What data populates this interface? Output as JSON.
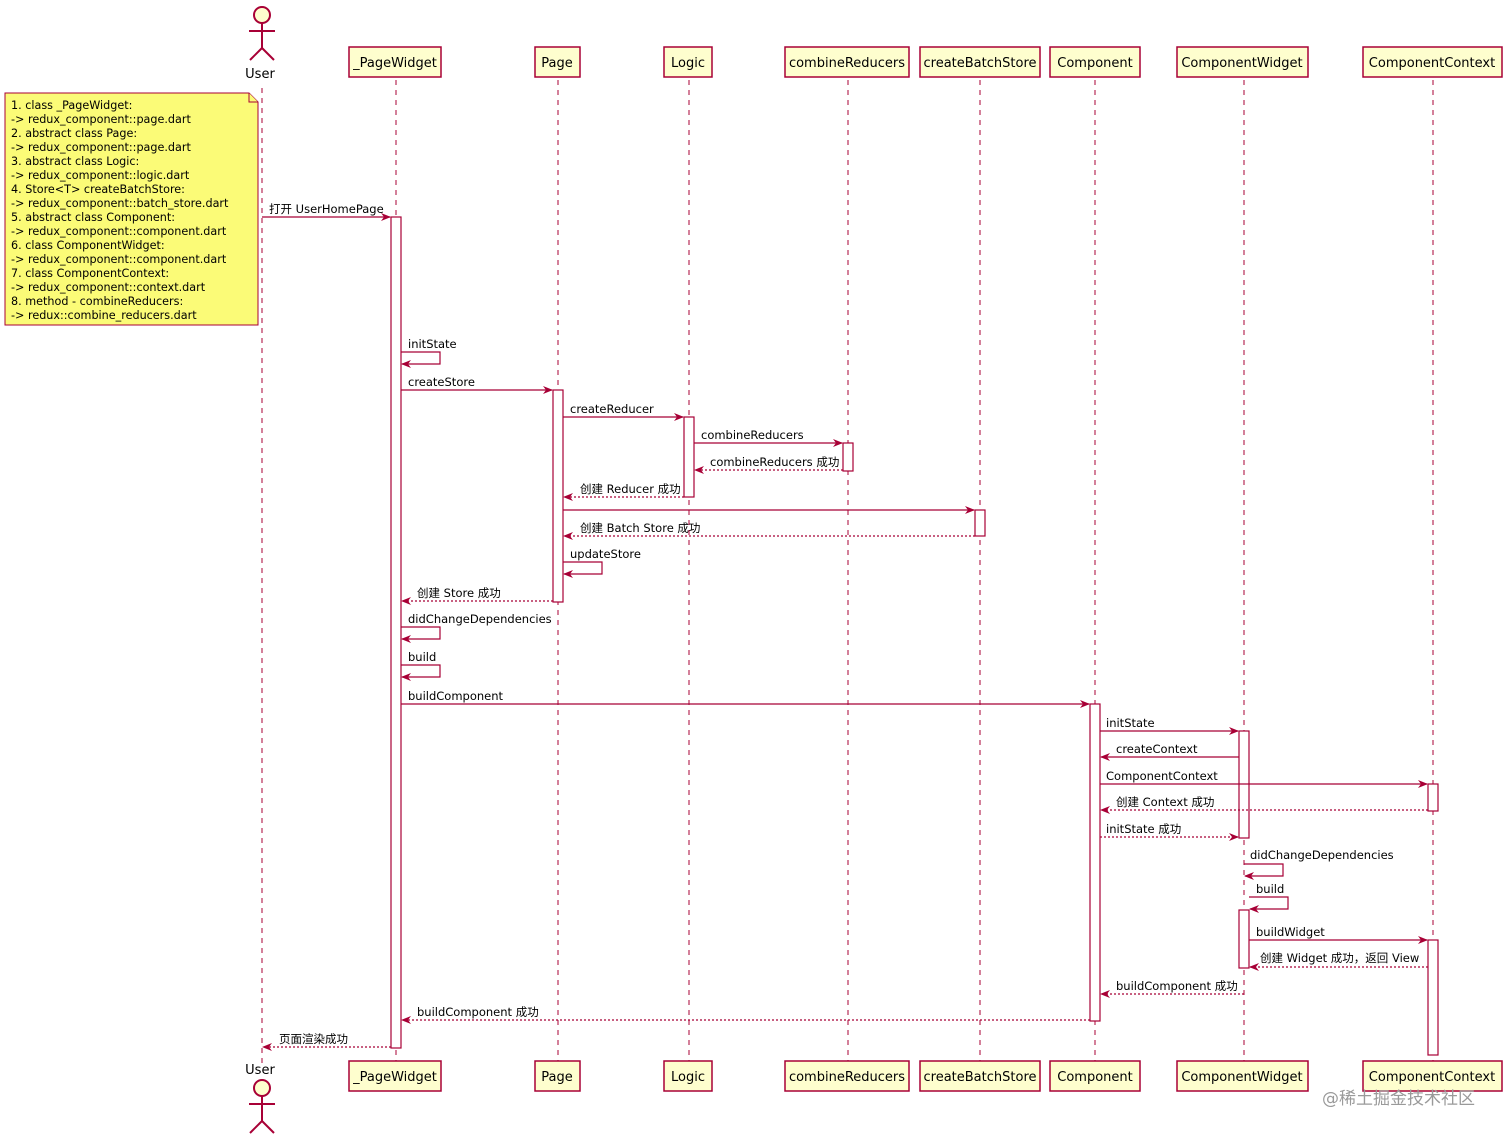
{
  "colors": {
    "box_fill": "#FEFECE",
    "border": "#A80036",
    "note_fill": "#FBFB77"
  },
  "actor": {
    "name": "User",
    "icon": "stick-figure-icon"
  },
  "participants": [
    {
      "id": "page_widget",
      "label": "_PageWidget"
    },
    {
      "id": "page",
      "label": "Page"
    },
    {
      "id": "logic",
      "label": "Logic"
    },
    {
      "id": "combine_reducers",
      "label": "combineReducers"
    },
    {
      "id": "create_batch_store",
      "label": "createBatchStore"
    },
    {
      "id": "component",
      "label": "Component"
    },
    {
      "id": "component_widget",
      "label": "ComponentWidget"
    },
    {
      "id": "component_context",
      "label": "ComponentContext"
    }
  ],
  "note": {
    "lines": [
      "1. class _PageWidget:",
      "  -> redux_component::page.dart",
      "2. abstract class Page:",
      "  -> redux_component::page.dart",
      "3. abstract class Logic:",
      "  -> redux_component::logic.dart",
      "4. Store<T> createBatchStore:",
      "  -> redux_component::batch_store.dart",
      "5. abstract class Component:",
      "  -> redux_component::component.dart",
      "6. class ComponentWidget:",
      "  -> redux_component::component.dart",
      "7. class ComponentContext:",
      "  -> redux_component::context.dart",
      "8. method - combineReducers:",
      "  -> redux::combine_reducers.dart"
    ]
  },
  "messages": [
    {
      "label": "打开 UserHomePage",
      "kind": "sync"
    },
    {
      "label": "initState",
      "kind": "self"
    },
    {
      "label": "createStore",
      "kind": "sync"
    },
    {
      "label": "createReducer",
      "kind": "sync"
    },
    {
      "label": "combineReducers",
      "kind": "sync"
    },
    {
      "label": "combineReducers 成功",
      "kind": "return"
    },
    {
      "label": "创建 Reducer 成功",
      "kind": "return"
    },
    {
      "label": "",
      "kind": "sync"
    },
    {
      "label": "创建 Batch Store 成功",
      "kind": "return"
    },
    {
      "label": "updateStore",
      "kind": "self"
    },
    {
      "label": "创建 Store 成功",
      "kind": "return"
    },
    {
      "label": "didChangeDependencies",
      "kind": "self"
    },
    {
      "label": "build",
      "kind": "self"
    },
    {
      "label": "buildComponent",
      "kind": "sync"
    },
    {
      "label": "initState",
      "kind": "sync"
    },
    {
      "label": "createContext",
      "kind": "sync"
    },
    {
      "label": "ComponentContext",
      "kind": "sync"
    },
    {
      "label": "创建 Context 成功",
      "kind": "return"
    },
    {
      "label": "initState 成功",
      "kind": "return"
    },
    {
      "label": "didChangeDependencies",
      "kind": "self"
    },
    {
      "label": "build",
      "kind": "self"
    },
    {
      "label": "buildWidget",
      "kind": "sync"
    },
    {
      "label": "创建 Widget 成功，返回 View",
      "kind": "return"
    },
    {
      "label": "buildComponent 成功",
      "kind": "return"
    },
    {
      "label": "buildComponent 成功",
      "kind": "return"
    },
    {
      "label": "页面渲染成功",
      "kind": "return"
    }
  ],
  "watermark": "@稀土掘金技术社区"
}
